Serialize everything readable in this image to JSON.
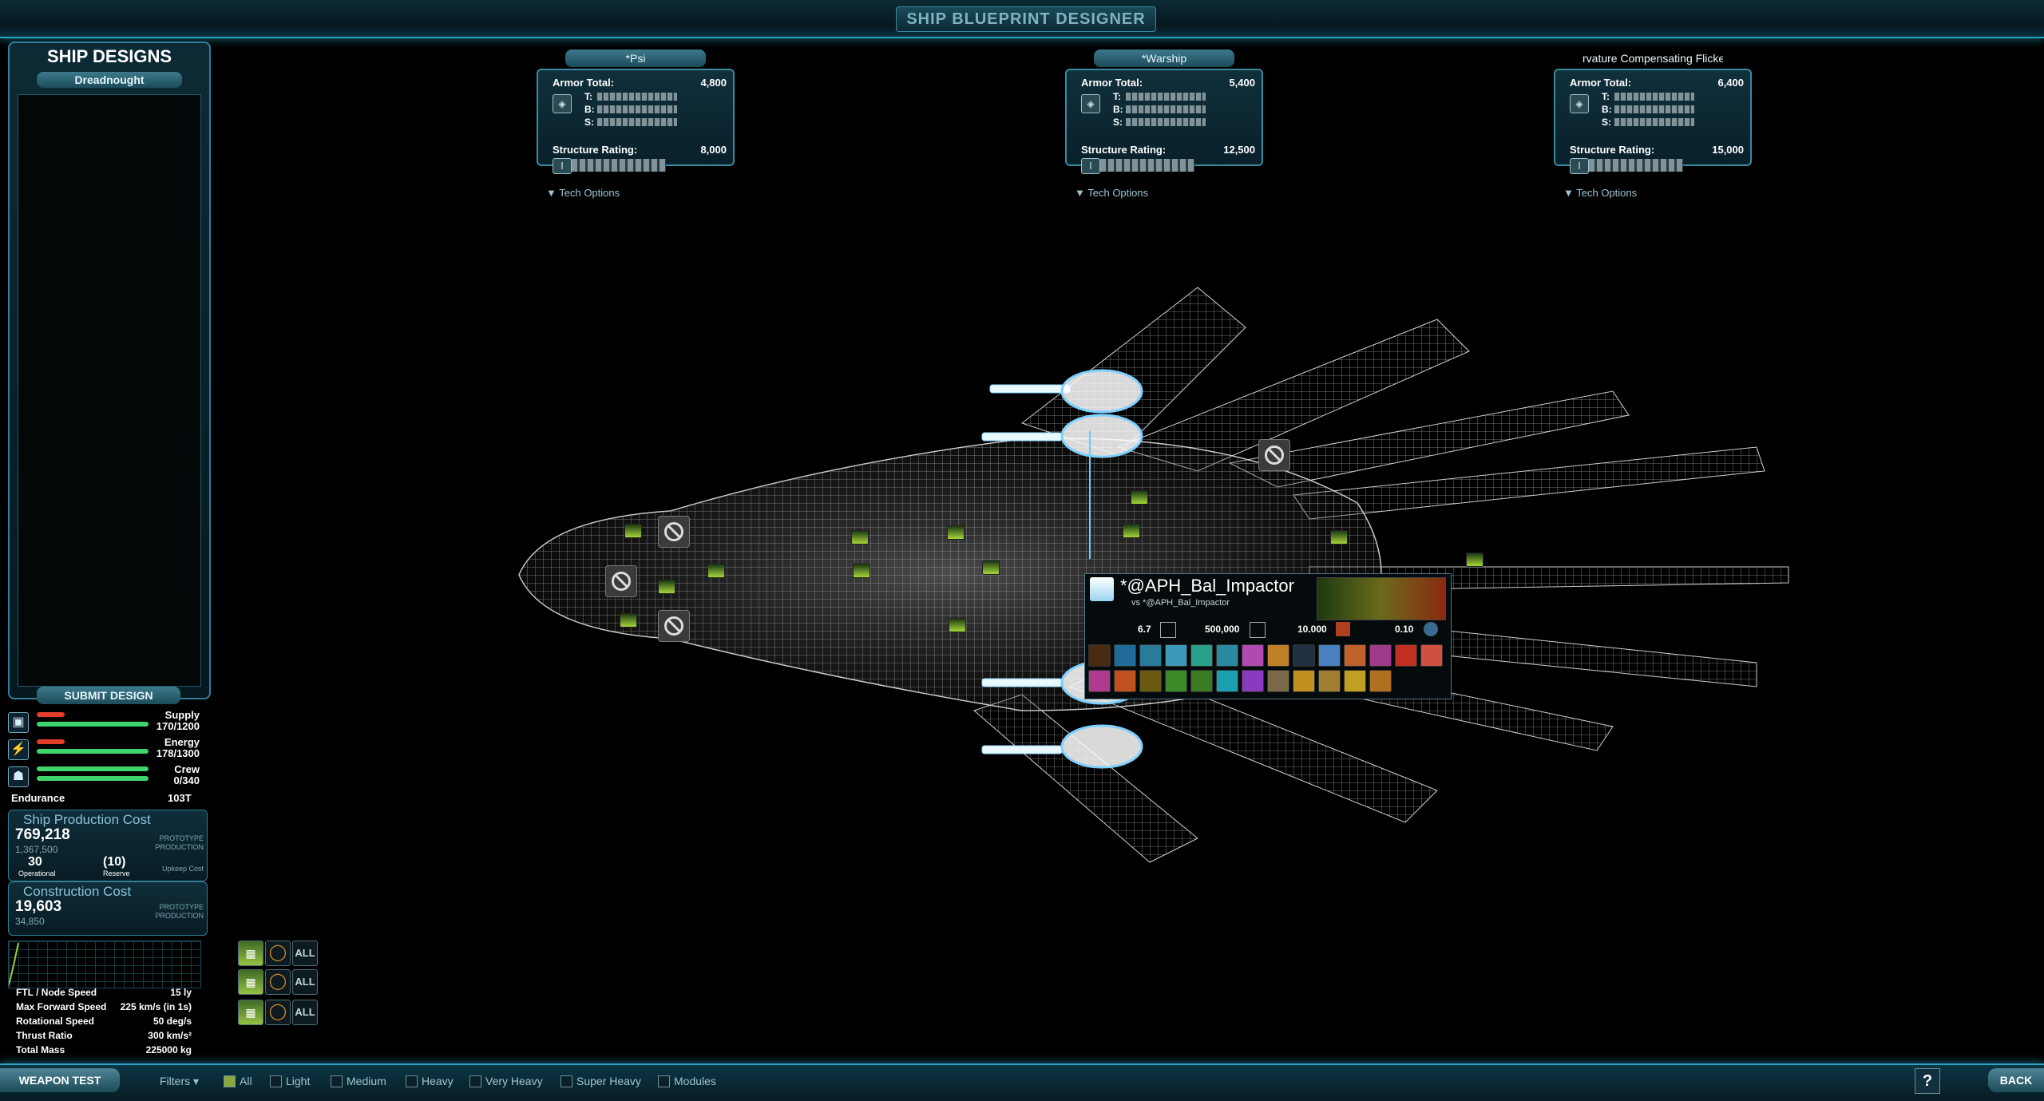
{
  "app": {
    "title": "SHIP BLUEPRINT DESIGNER"
  },
  "left": {
    "title": "SHIP DESIGNS",
    "hull_class": "Dreadnought",
    "submit_label": "SUBMIT DESIGN",
    "resources": [
      {
        "icon": "supply-icon",
        "label": "Supply",
        "value": "170/1200",
        "fill": 0.14
      },
      {
        "icon": "energy-icon",
        "label": "Energy",
        "value": "178/1300",
        "fill": 0.14
      },
      {
        "icon": "crew-icon",
        "label": "Crew",
        "value": "0/340",
        "fill": 0.0
      }
    ],
    "endurance": {
      "label": "Endurance",
      "value": "103T"
    },
    "production_cost": {
      "title": "Ship Production Cost",
      "value": "769,218",
      "prototype": "1,367,500",
      "tag_top": "PROTOTYPE PRODUCTION",
      "operational": "30",
      "operational_label": "Operational",
      "reserve": "(10)",
      "reserve_label": "Reserve",
      "upkeep_label": "Upkeep Cost"
    },
    "construction_cost": {
      "title": "Construction Cost",
      "value": "19,603",
      "prototype": "34,850",
      "tag": "PROTOTYPE PRODUCTION"
    },
    "stats": [
      {
        "label": "FTL / Node Speed",
        "value": "15 ly"
      },
      {
        "label": "Max Forward Speed",
        "value": "225 km/s (in 1s)"
      },
      {
        "label": "Rotational Speed",
        "value": "50 deg/s"
      },
      {
        "label": "Thrust Ratio",
        "value": "300 km/s²"
      },
      {
        "label": "Total Mass",
        "value": "225000 kg"
      }
    ],
    "slots_all_label": "ALL"
  },
  "ship_panels": [
    {
      "tab": "*Psi",
      "armor_label": "Armor Total:",
      "armor": "4,800",
      "structure_label": "Structure Rating:",
      "structure": "8,000",
      "tech": "Tech Options"
    },
    {
      "tab": "*Warship",
      "armor_label": "Armor Total:",
      "armor": "5,400",
      "structure_label": "Structure Rating:",
      "structure": "12,500",
      "tech": "Tech Options"
    },
    {
      "tab": "rvature Compensating Flicker Wa",
      "armor_label": "Armor Total:",
      "armor": "6,400",
      "structure_label": "Structure Rating:",
      "structure": "15,000",
      "tech": "Tech Options"
    }
  ],
  "armor_rows": {
    "t": "T:",
    "b": "B:",
    "s": "S:"
  },
  "tooltip": {
    "name": "*@APH_Bal_Impactor",
    "subtitle": "vs *@APH_Bal_Impactor",
    "num1": "6.7",
    "num2": "500,000",
    "num3": "10.000",
    "num4": "0.10"
  },
  "bottom": {
    "weapon_test": "WEAPON TEST",
    "filters": "Filters",
    "filter_items": [
      "All",
      "Light",
      "Medium",
      "Heavy",
      "Very Heavy",
      "Super Heavy",
      "Modules"
    ],
    "help": "?",
    "back": "BACK"
  }
}
